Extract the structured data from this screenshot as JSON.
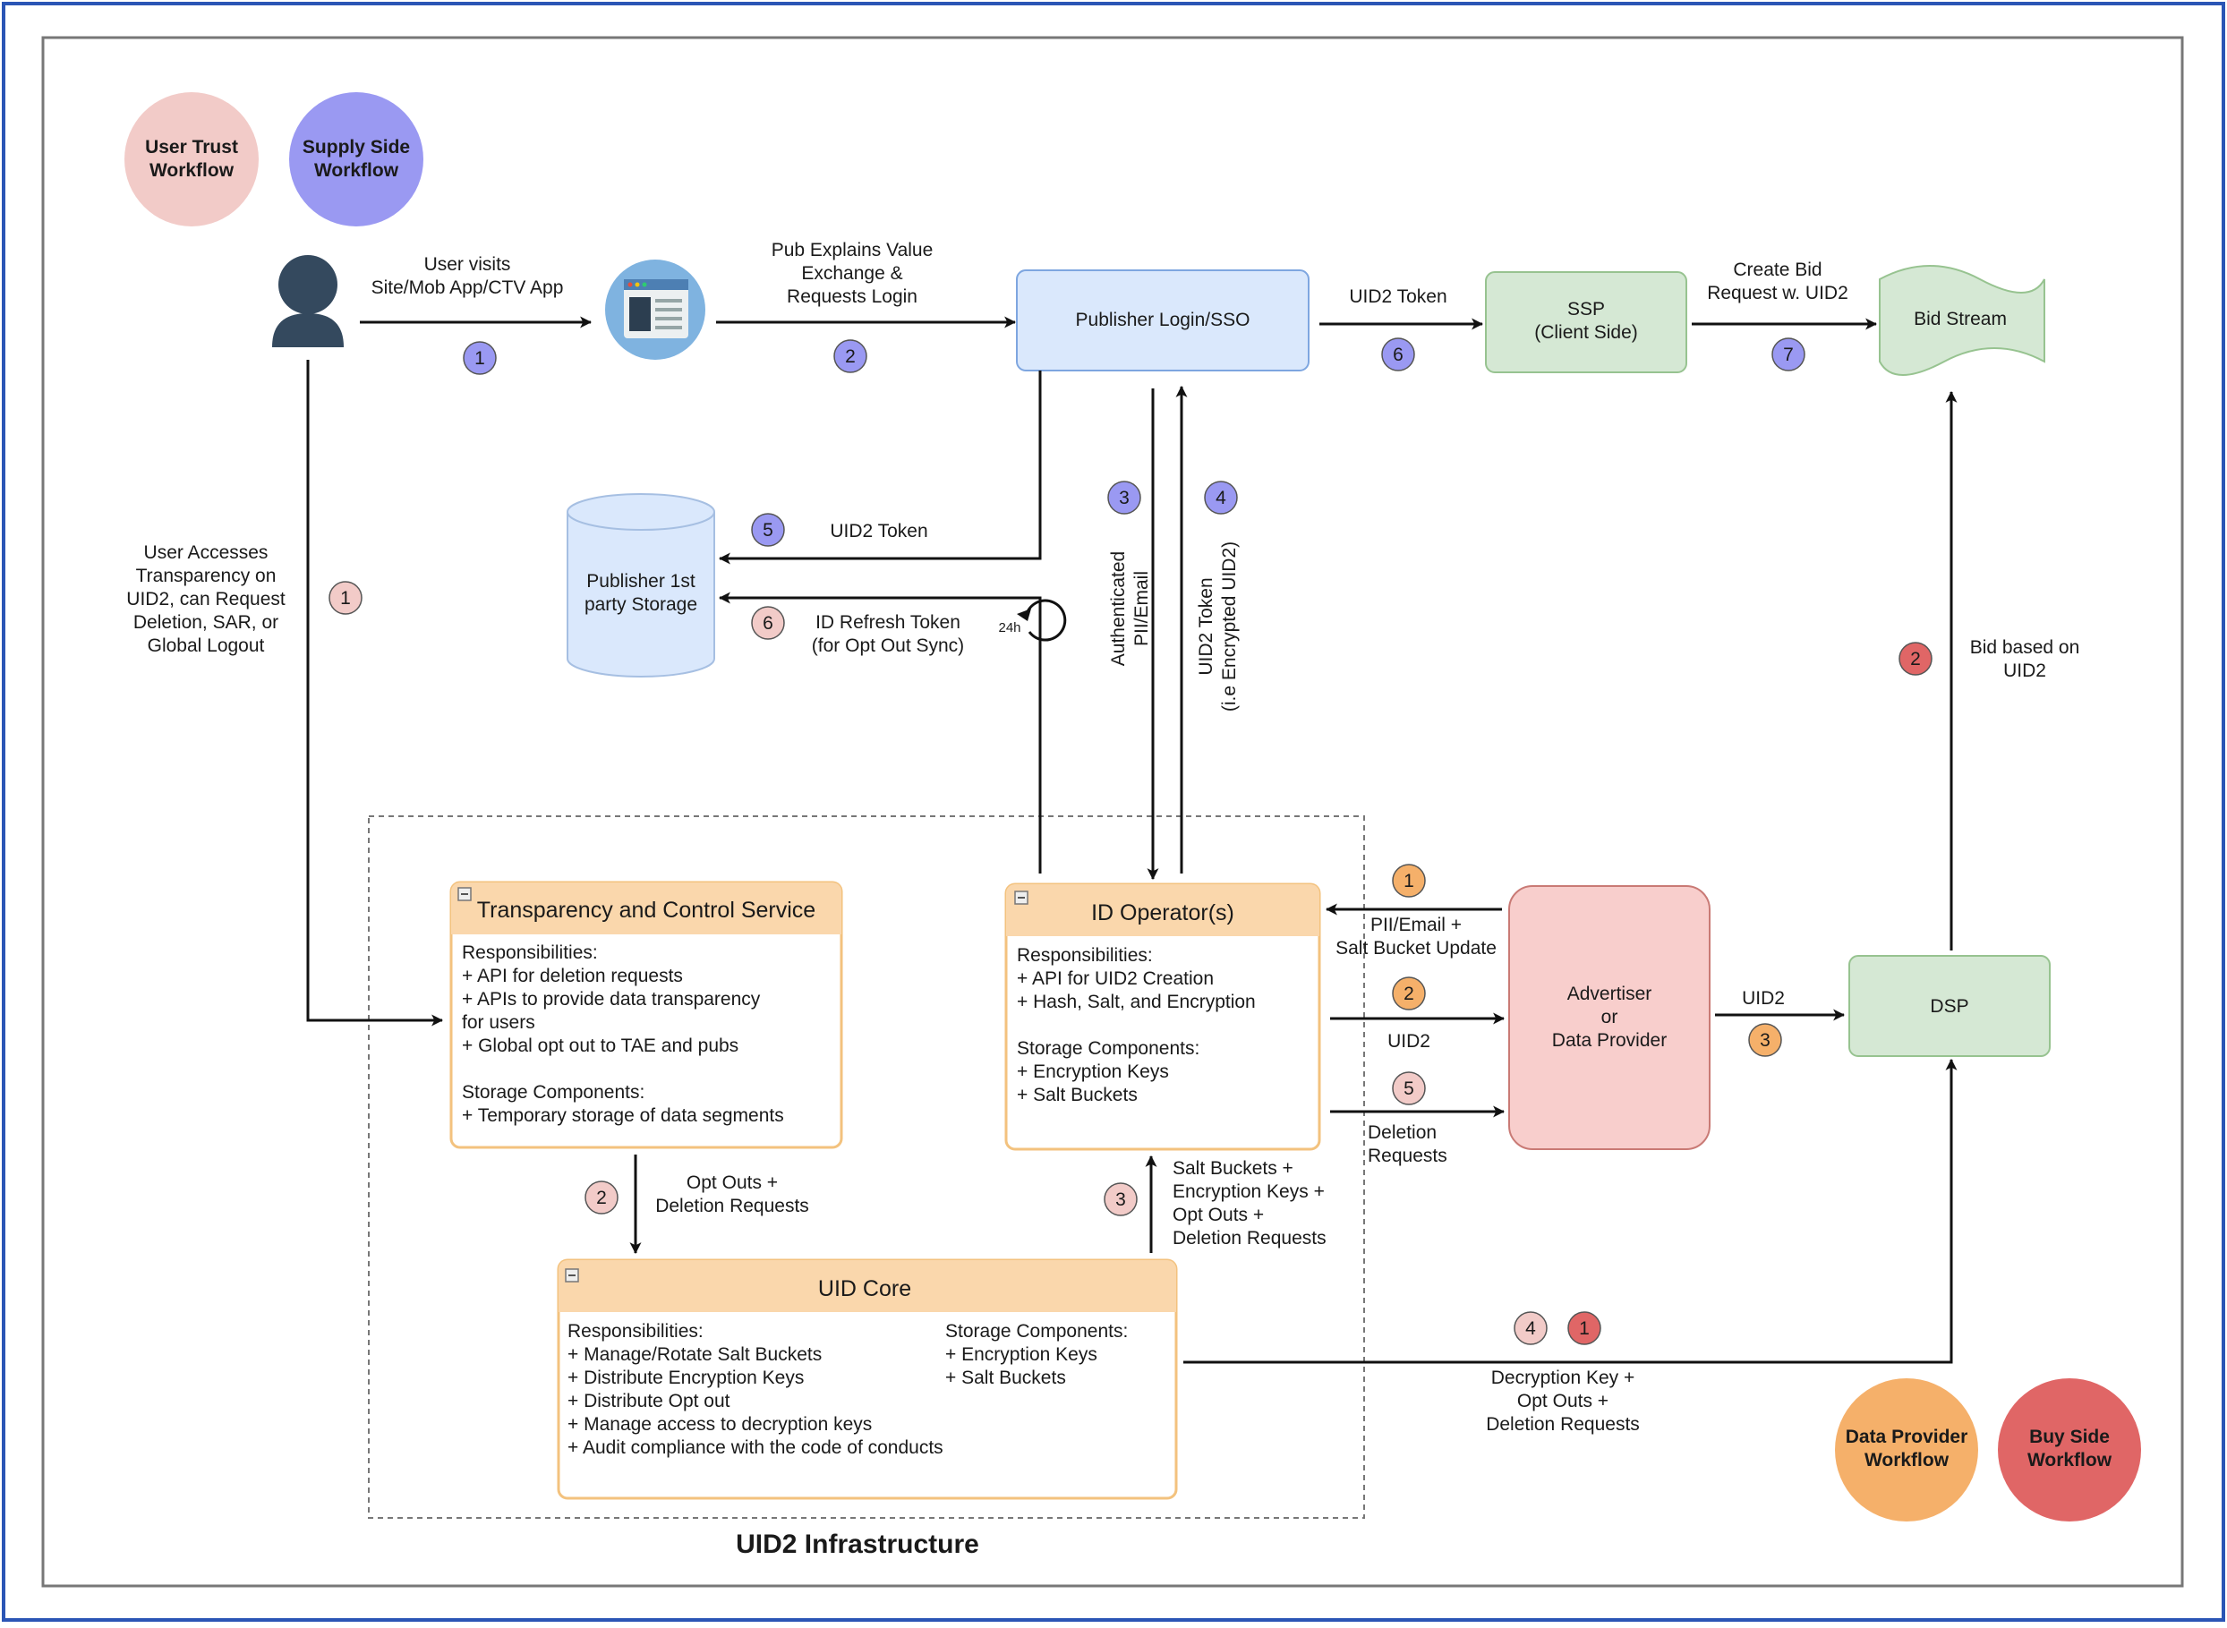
{
  "legend": {
    "user_trust": [
      "User Trust",
      "Workflow"
    ],
    "supply_side": [
      "Supply Side",
      "Workflow"
    ],
    "data_provider": [
      "Data Provider",
      "Workflow"
    ],
    "buy_side": [
      "Buy Side",
      "Workflow"
    ]
  },
  "nodes": {
    "publisher_login": "Publisher Login/SSO",
    "ssp": [
      "SSP",
      "(Client Side)"
    ],
    "bid_stream": "Bid Stream",
    "publisher_storage": [
      "Publisher 1st",
      "party Storage"
    ],
    "advertiser": [
      "Advertiser",
      "or",
      "Data Provider"
    ],
    "dsp": "DSP"
  },
  "boxes": {
    "transparency": {
      "title": "Transparency and Control Service",
      "lines": [
        "Responsibilities:",
        "+ API for deletion requests",
        "+ APIs to provide data transparency",
        "for users",
        "+ Global opt out to TAE and pubs",
        "",
        "Storage Components:",
        "+ Temporary storage of data segments"
      ]
    },
    "operator": {
      "title": "ID Operator(s)",
      "lines": [
        "Responsibilities:",
        "+ API for UID2 Creation",
        "+ Hash, Salt, and Encryption",
        "",
        "Storage Components:",
        "+ Encryption Keys",
        "+ Salt Buckets"
      ]
    },
    "core": {
      "title": "UID Core",
      "left_lines": [
        "Responsibilities:",
        "+ Manage/Rotate Salt Buckets",
        "+ Distribute Encryption Keys",
        "+ Distribute Opt out",
        "+ Manage access to decryption keys",
        "+ Audit compliance with the code of conducts"
      ],
      "right_lines": [
        "Storage Components:",
        "+ Encryption Keys",
        "+ Salt Buckets"
      ]
    }
  },
  "infrastructure_label": "UID2 Infrastructure",
  "edge_labels": {
    "user_visits": [
      "User visits",
      "Site/Mob App/CTV App"
    ],
    "pub_explains": [
      "Pub Explains Value",
      "Exchange &",
      "Requests Login"
    ],
    "uid2_token_ssp": "UID2 Token",
    "create_bid": [
      "Create Bid",
      "Request w. UID2"
    ],
    "uid2_token_storage": "UID2 Token",
    "id_refresh": [
      "ID Refresh Token",
      "(for Opt Out Sync)"
    ],
    "refresh_icon": "24h",
    "user_accesses": [
      "User Accesses",
      "Transparency on",
      "UID2, can Request",
      "Deletion, SAR, or",
      "Global Logout"
    ],
    "authenticated": [
      "Authenticated",
      "PII/Email"
    ],
    "uid2_token_encrypted": [
      "UID2 Token",
      "(i.e Encrypted UID2)"
    ],
    "bid_based": [
      "Bid based on",
      "UID2"
    ],
    "pii_email": [
      "PII/Email +",
      "Salt Bucket Update"
    ],
    "uid2_operator_adv": "UID2",
    "deletion_requests": [
      "Deletion",
      "Requests"
    ],
    "uid2_adv_dsp": "UID2",
    "opt_outs": [
      "Opt Outs +",
      "Deletion Requests"
    ],
    "salt_buckets": [
      "Salt Buckets +",
      "Encryption Keys +",
      "Opt Outs +",
      "Deletion Requests"
    ],
    "decryption_key": [
      "Decryption Key +",
      "Opt Outs +",
      "Deletion Requests"
    ]
  },
  "step_badges": [
    "1",
    "2",
    "6",
    "7",
    "3",
    "4",
    "5",
    "6",
    "1",
    "2",
    "1",
    "2",
    "3",
    "5",
    "2",
    "3",
    "4",
    "1"
  ],
  "colors": {
    "user_trust": "#f2cbc8",
    "supply_side": "#9a99f2",
    "data_provider": "#f5b06a",
    "buy_side": "#e06666",
    "publisher_fill": "#dae8fc",
    "publisher_stroke": "#7ea6e0",
    "green_fill": "#d5e8d4",
    "green_stroke": "#97c390",
    "advertiser_fill": "#f8cecc",
    "advertiser_stroke": "#c97a75",
    "service_header": "#fad7ac",
    "service_stroke": "#f3c27e",
    "frame": "#2b55b5"
  }
}
